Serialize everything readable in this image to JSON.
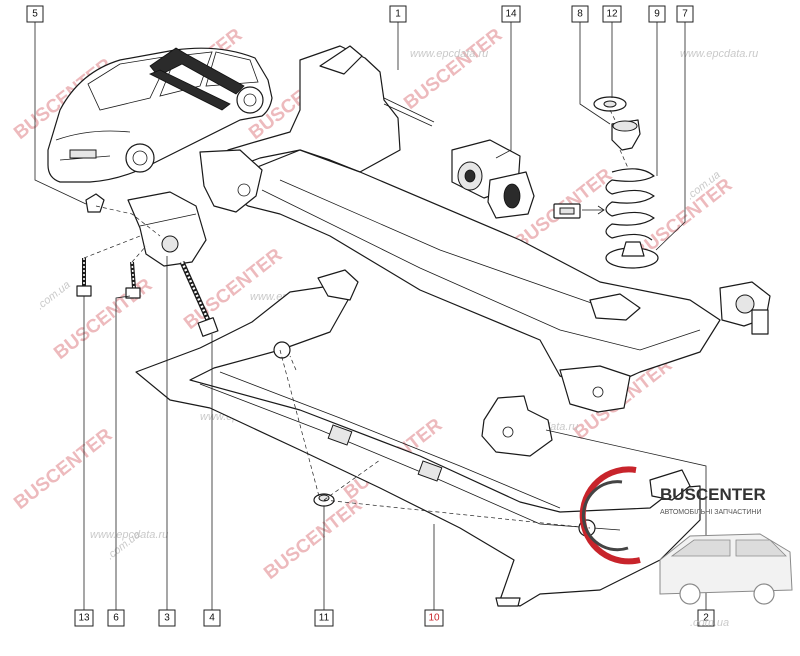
{
  "callouts": [
    {
      "id": "label-5",
      "text": "5"
    },
    {
      "id": "label-1",
      "text": "1"
    },
    {
      "id": "label-14",
      "text": "14"
    },
    {
      "id": "label-8",
      "text": "8"
    },
    {
      "id": "label-12",
      "text": "12"
    },
    {
      "id": "label-9",
      "text": "9"
    },
    {
      "id": "label-7",
      "text": "7"
    },
    {
      "id": "label-13",
      "text": "13"
    },
    {
      "id": "label-6",
      "text": "6"
    },
    {
      "id": "label-3",
      "text": "3"
    },
    {
      "id": "label-4",
      "text": "4"
    },
    {
      "id": "label-11",
      "text": "11"
    },
    {
      "id": "label-10",
      "text": "10",
      "accent": true
    },
    {
      "id": "label-2",
      "text": "2"
    }
  ],
  "watermarks": {
    "brand_text": "BUSCENTER",
    "site_text": ".com.ua",
    "epc_text": "www.epcdata.ru",
    "epc_text_alt": "www.epcdata.ru"
  },
  "logo": {
    "title": "BUSCENTER",
    "subtitle": "АВТОМОБІЛЬНІ ЗАПЧАСТИНИ",
    "url": ".com.ua"
  },
  "colors": {
    "watermark": "#e8a3a7",
    "logo_red": "#c8242b",
    "line": "#1a1a1a"
  }
}
